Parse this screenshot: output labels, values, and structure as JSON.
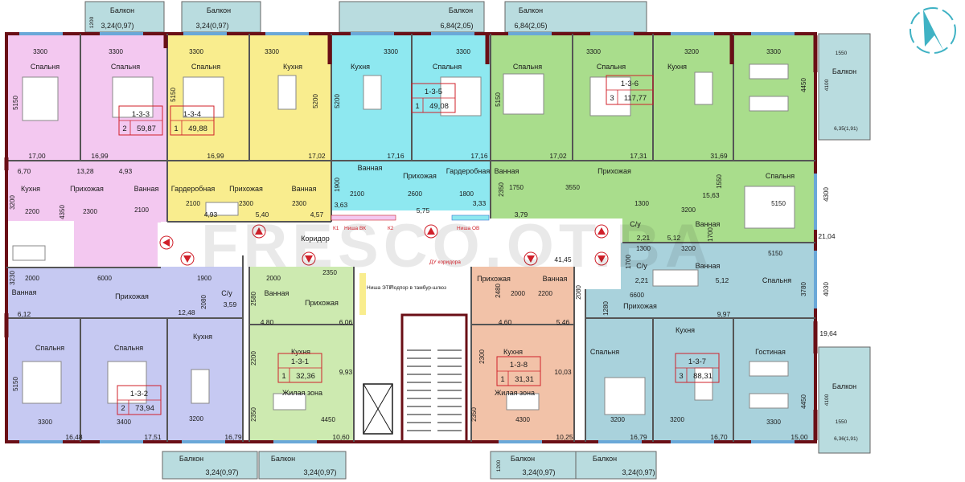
{
  "watermark": "FRESCO.OT.BA",
  "colors": {
    "a133": "#f3c8f0",
    "a134": "#f9ed8e",
    "a135": "#8ee8f0",
    "a136": "#a9dd8c",
    "a137": "#a9d2dc",
    "a132": "#c6c9f2",
    "a131": "#cdeab0",
    "a138": "#f2c2a8",
    "balcony": "#b9dcdf",
    "corridor": "#ffffff",
    "wall": "#6a0f16",
    "red": "#d0202a"
  },
  "apartments": [
    {
      "id": "a133",
      "number": "1-3-3",
      "rooms": "2",
      "area": "59,87"
    },
    {
      "id": "a134",
      "number": "1-3-4",
      "rooms": "1",
      "area": "49,88"
    },
    {
      "id": "a135",
      "number": "1-3-5",
      "rooms": "1",
      "area": "49,08"
    },
    {
      "id": "a136",
      "number": "1-3-6",
      "rooms": "3",
      "area": "117,77"
    },
    {
      "id": "a132",
      "number": "1-3-2",
      "rooms": "2",
      "area": "73,94"
    },
    {
      "id": "a131",
      "number": "1-3-1",
      "rooms": "1",
      "area": "32,36"
    },
    {
      "id": "a138",
      "number": "1-3-8",
      "rooms": "1",
      "area": "31,31"
    },
    {
      "id": "a137",
      "number": "1-3-7",
      "rooms": "3",
      "area": "88,31"
    }
  ],
  "balconies": {
    "top1": {
      "label": "Балкон",
      "dim": "1200",
      "area": "3,24(0,97)"
    },
    "top2": {
      "label": "Балкон",
      "area": "3,24(0,97)"
    },
    "top3": {
      "label": "Балкон",
      "area": "6,84(2,05)"
    },
    "top4": {
      "label": "Балкон",
      "area": "6,84(2,05)"
    },
    "right1": {
      "label": "Балкон",
      "dim_a": "1550",
      "dim_b": "4100",
      "area": "6,35(1,91)"
    },
    "right2": {
      "label": "Балкон",
      "dim_a": "1550",
      "dim_b": "4100",
      "area": "6,36(1,91)"
    },
    "bot1": {
      "label": "Балкон",
      "area": "3,24(0,97)"
    },
    "bot2": {
      "label": "Балкон",
      "area": "3,24(0,97)"
    },
    "bot3": {
      "label": "Балкон",
      "dim": "1200",
      "area": "3,24(0,97)"
    },
    "bot4": {
      "label": "Балкон",
      "area": "3,24(0,97)"
    }
  },
  "rooms": {
    "a133": {
      "bed1": {
        "name": "Спальня",
        "w": "3300",
        "h": "5150",
        "area": "17,00"
      },
      "bed2": {
        "name": "Спальня",
        "w": "3300",
        "area": "16,99"
      },
      "kitchen": {
        "name": "Кухня",
        "w": "2200",
        "h": "3200",
        "area": "6,70"
      },
      "hall": {
        "name": "Прихожая",
        "w": "2300",
        "h": "4350",
        "area": "13,28"
      },
      "bath": {
        "name": "Ванная",
        "w": "2100",
        "area": "4,93"
      }
    },
    "a134": {
      "bed": {
        "name": "Спальня",
        "w": "3300",
        "h": "5150",
        "area": "16,99"
      },
      "kitchen": {
        "name": "Кухня",
        "w": "3300",
        "h": "5200",
        "area": "17,02"
      },
      "ward": {
        "name": "Гардеробная",
        "w": "2100",
        "area": "4,93"
      },
      "hall": {
        "name": "Прихожая",
        "w": "2300",
        "area": "5,40"
      },
      "bath": {
        "name": "Ванная",
        "w": "2300",
        "area": "4,57"
      }
    },
    "a135": {
      "kitchen": {
        "name": "Кухня",
        "w": "3300",
        "h": "5200",
        "area": "17,16"
      },
      "bed": {
        "name": "Спальня",
        "w": "3300",
        "area": "17,16"
      },
      "bath": {
        "name": "Ванная",
        "w": "2100",
        "h": "1900",
        "area": "3,63"
      },
      "hall": {
        "name": "Прихожая",
        "w": "2600",
        "area": "5,75"
      },
      "ward": {
        "name": "Гардеробная",
        "w": "1800",
        "area": "3,33"
      }
    },
    "a136": {
      "bed1": {
        "name": "Спальня",
        "h": "5150",
        "area": "17,02"
      },
      "bed2": {
        "name": "Спальня",
        "w": "3300",
        "area": "17,31"
      },
      "kitchen": {
        "name": "Кухня",
        "w": "3200",
        "area": "31,69"
      },
      "living_w": "3300",
      "bath1": {
        "name": "Ванная",
        "w": "1750",
        "h": "2350",
        "area": "3,79"
      },
      "hall": {
        "name": "Прихожая",
        "w": "3550",
        "h": "1550",
        "area": "15,63"
      },
      "wc": {
        "name": "С/у",
        "w": "1300",
        "h": "1700",
        "area": "2,21"
      },
      "bath2": {
        "name": "Ванная",
        "w": "3200",
        "area": "5,12"
      },
      "bed3": {
        "name": "Спальня",
        "w": "5150",
        "h": "4300",
        "area": "21,04"
      },
      "balcony_h": "4450"
    },
    "a132": {
      "bath": {
        "name": "Ванная",
        "w": "2000",
        "h": "3230",
        "area": "6,12"
      },
      "hall": {
        "name": "Прихожая",
        "w": "6000",
        "area": "12,48"
      },
      "wc": {
        "name": "С/у",
        "w": "1900",
        "h": "2080",
        "area": "3,59"
      },
      "bed1": {
        "name": "Спальня",
        "w": "3300",
        "h": "5150",
        "area": "16,48"
      },
      "bed2": {
        "name": "Спальня",
        "w": "3400",
        "area": "17,51"
      },
      "kitchen": {
        "name": "Кухня",
        "w": "3200",
        "area": "16,79"
      }
    },
    "a131": {
      "bath": {
        "name": "Ванная",
        "w": "2000",
        "h": "2580",
        "area": "4,80"
      },
      "hall": {
        "name": "Прихожая",
        "w": "2350",
        "area": "6,06"
      },
      "kitchen": {
        "name": "Кухня",
        "h": "2200",
        "area": "9,93"
      },
      "living": {
        "name": "Жилая зона",
        "w": "4450",
        "h": "2350",
        "area": "10,60"
      }
    },
    "a138": {
      "hall": {
        "name": "Прихожая",
        "h": "2480",
        "area": "4,60"
      },
      "bath": {
        "name": "Ванная",
        "w": "2000",
        "h": "2080",
        "w2": "2200",
        "area": "5,46"
      },
      "kitchen": {
        "name": "Кухня",
        "h": "2300",
        "area": "10,03"
      },
      "living": {
        "name": "Жилая зона",
        "w": "4300",
        "h": "2350",
        "area": "10,25"
      }
    },
    "a137": {
      "wc": {
        "name": "С/у",
        "w": "1300",
        "h": "1700",
        "area": "2,21"
      },
      "bath": {
        "name": "Ванная",
        "w": "3200",
        "area": "5,12"
      },
      "bed1": {
        "name": "Спальня",
        "w": "5150",
        "h": "3780",
        "h2": "4030",
        "area": "19,64"
      },
      "hall": {
        "name": "Прихожая",
        "w": "6600",
        "h": "1280",
        "area": "9,97"
      },
      "bed2": {
        "name": "Спальня",
        "w": "3200",
        "area": "16,79"
      },
      "kitchen": {
        "name": "Кухня",
        "w": "3200",
        "area": "16,70"
      },
      "living": {
        "name": "Гостиная",
        "w": "3300",
        "area": "15,00"
      },
      "balcony_h": "4450"
    }
  },
  "core": {
    "corridor": {
      "name": "Коридор",
      "area": "41,45"
    },
    "niche_vk": "Ниша ВК",
    "niche_ov": "Ниша ОВ",
    "k1": "К1",
    "k2": "К2",
    "du": "ДУ коридора",
    "niche_etr": "Ниша ЭТР",
    "podpor": "Подпор в тамбур-шлюз"
  }
}
